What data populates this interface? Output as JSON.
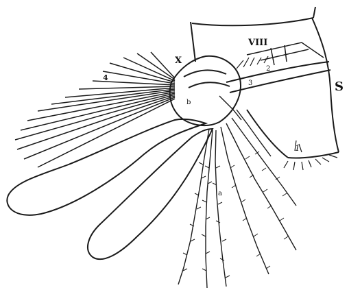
{
  "labels": {
    "segment_viii": "VIII",
    "segment_x": "X",
    "side": "S",
    "hair_4": "4",
    "hair_3": "3",
    "hair_2": "2",
    "hair_1": "1",
    "hair_b": "b",
    "hair_a": "a"
  },
  "colors": {
    "ink": "#1a1a1a",
    "background": "#ffffff"
  }
}
